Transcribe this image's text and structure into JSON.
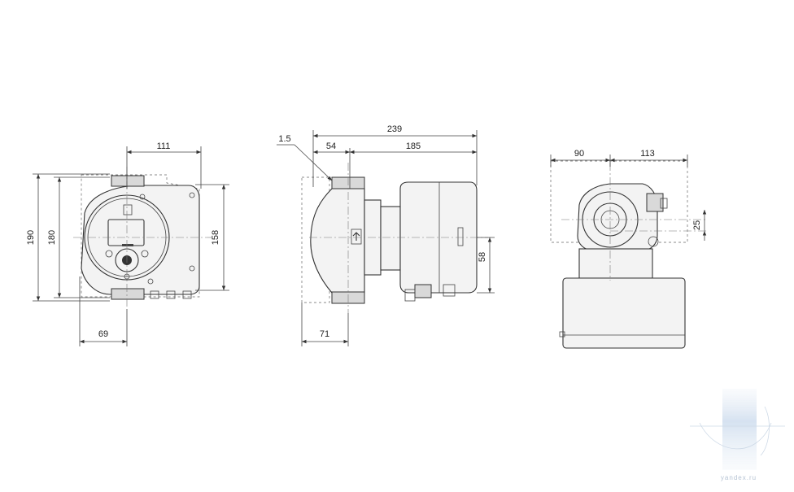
{
  "views": {
    "front": {
      "dims": {
        "width_top": "111",
        "height_outer": "190",
        "height_inner": "180",
        "height_right": "158",
        "offset_bottom": "69"
      }
    },
    "side": {
      "dims": {
        "length_total": "239",
        "flange_width": "54",
        "motor_length": "185",
        "gap": "1.5",
        "height_motor": "58",
        "offset_bottom": "71"
      }
    },
    "end": {
      "dims": {
        "left_width": "90",
        "right_width": "113",
        "offset": "25"
      }
    }
  },
  "watermark": {
    "text": "yandex.ru"
  }
}
